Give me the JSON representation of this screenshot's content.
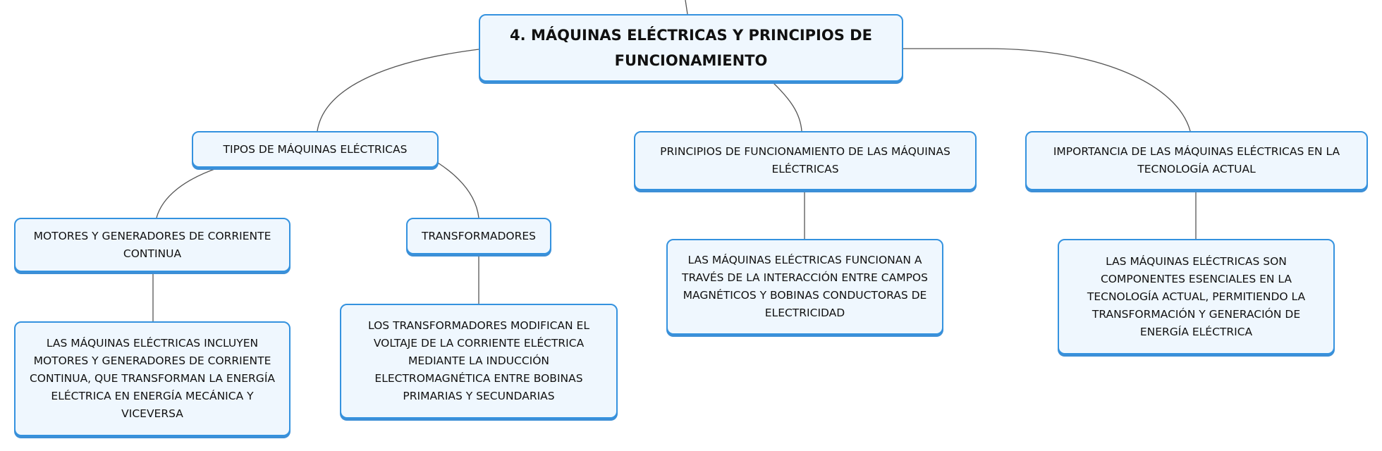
{
  "root": {
    "label": "4. MÁQUINAS ELÉCTRICAS Y PRINCIPIOS DE FUNCIONAMIENTO"
  },
  "branches": [
    {
      "label": "TIPOS DE MÁQUINAS ELÉCTRICAS"
    },
    {
      "label": "PRINCIPIOS DE FUNCIONAMIENTO DE LAS MÁQUINAS ELÉCTRICAS"
    },
    {
      "label": "IMPORTANCIA DE LAS MÁQUINAS ELÉCTRICAS EN LA TECNOLOGÍA ACTUAL"
    }
  ],
  "subtopics": [
    {
      "label": "MOTORES Y GENERADORES DE CORRIENTE CONTINUA"
    },
    {
      "label": "TRANSFORMADORES"
    }
  ],
  "details": [
    {
      "label": "LAS MÁQUINAS ELÉCTRICAS INCLUYEN MOTORES Y GENERADORES DE CORRIENTE CONTINUA, QUE TRANSFORMAN LA ENERGÍA ELÉCTRICA EN ENERGÍA MECÁNICA Y VICEVERSA"
    },
    {
      "label": "LOS TRANSFORMADORES MODIFICAN EL VOLTAJE DE LA CORRIENTE ELÉCTRICA MEDIANTE LA INDUCCIÓN ELECTROMAGNÉTICA ENTRE BOBINAS PRIMARIAS Y SECUNDARIAS"
    },
    {
      "label": "LAS MÁQUINAS ELÉCTRICAS FUNCIONAN A TRAVÉS DE LA INTERACCIÓN ENTRE CAMPOS MAGNÉTICOS Y BOBINAS CONDUCTORAS DE ELECTRICIDAD"
    },
    {
      "label": "LAS MÁQUINAS ELÉCTRICAS SON COMPONENTES ESENCIALES EN LA TECNOLOGÍA ACTUAL, PERMITIENDO LA TRANSFORMACIÓN Y GENERACIÓN DE ENERGÍA ELÉCTRICA"
    }
  ],
  "colors": {
    "border": "#3492df",
    "fill": "#eff7fe",
    "line": "#555555"
  }
}
